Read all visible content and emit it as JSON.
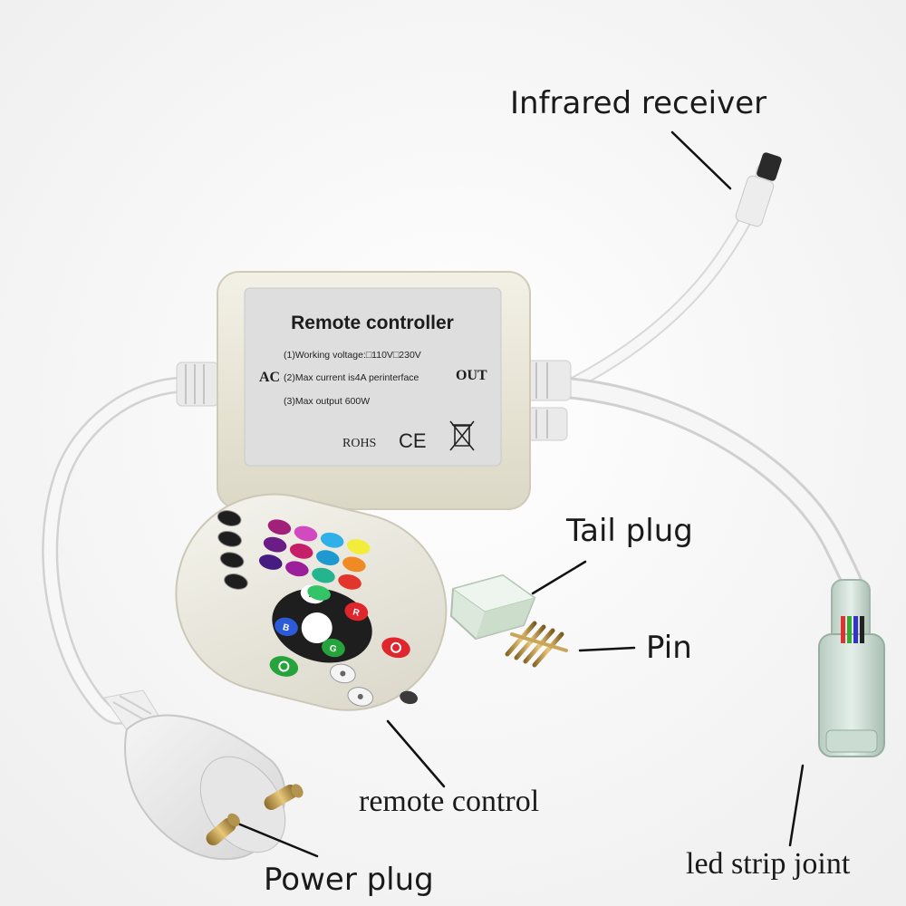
{
  "labels": {
    "infrared_receiver": "Infrared receiver",
    "tail_plug": "Tail plug",
    "pin": "Pin",
    "remote_control": "remote control",
    "power_plug": "Power plug",
    "led_strip_joint": "led strip joint"
  },
  "controller_box": {
    "title": "Remote controller",
    "spec_1": "(1)Working voltage:□110V□230V",
    "spec_2": "(2)Max current is4A perinterface",
    "spec_3": "(3)Max output 600W",
    "input_label": "AC",
    "output_label": "OUT",
    "rohs": "ROHS",
    "ce": "CE"
  },
  "remote_buttons": {
    "m": "M",
    "r": "R",
    "g": "G",
    "b": "B"
  },
  "colors": {
    "background": "#ffffff",
    "housing": "#ece9dc",
    "label_panel": "#dcdcdc",
    "cable": "#f2f2f2"
  }
}
